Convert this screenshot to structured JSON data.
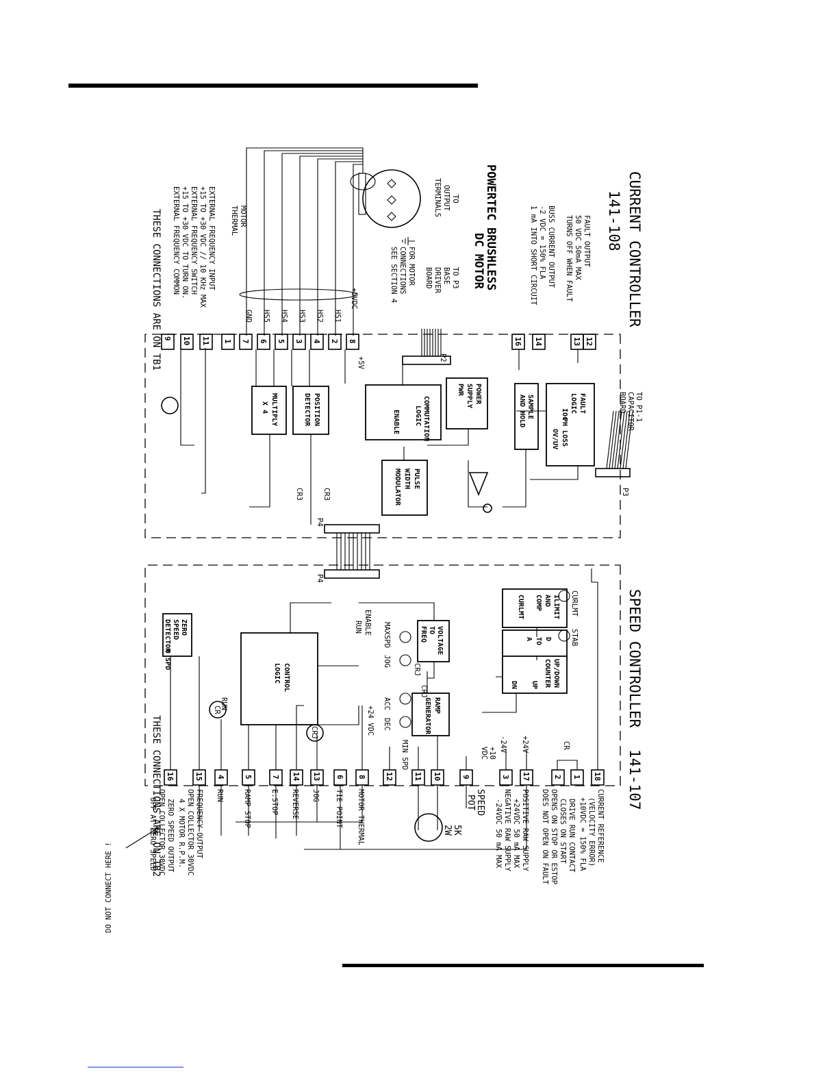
{
  "current_controller": {
    "title": "CURRENT CONTROLLER",
    "model": "141-108",
    "to_capacitor": [
      "TO P1-1",
      "CAPACITOR",
      "BOARD"
    ],
    "fault_output": [
      "FAULT OUTPUT",
      "50 VDC 50mA MAX",
      "TURNS OFF WHEN FAULT"
    ],
    "buss_current": [
      "BUSS CURRENT OUTPUT",
      "-2 VDC = 150% FLA",
      "1 mA INTO SHORT CIRCUIT"
    ],
    "motor": [
      "POWERTEC BRUSHLESS",
      "DC MOTOR"
    ],
    "to_output": [
      "TO",
      "OUTPUT",
      "TERMINALS"
    ],
    "to_p3": [
      "TO P3",
      "BASE",
      "DRIVER",
      "BOARD"
    ],
    "motor_connections": [
      "FOR MOTOR",
      "CONNECTIONS",
      "SEE SECTION 4"
    ],
    "motor_thermal": [
      "MOTOR",
      "THERMAL"
    ],
    "ext_freq": [
      "EXTERNAL FREQUENCY INPUT",
      "+15 TO +30 VDC // 10 KHz MAX",
      "EXTERNAL FREQUENCY SWITCH",
      "+15 TO +30 VDC TO TURN ON.",
      "EXTERNAL FREQUENCY COMMON"
    ],
    "footer": "THESE CONNECTIONS ARE ON TB1",
    "signals": [
      "+5VDC",
      "HS1",
      "HS2",
      "HS3",
      "HS4",
      "HS5",
      "GND"
    ],
    "pins": [
      "8",
      "2",
      "4",
      "3",
      "5",
      "6",
      "7",
      "1"
    ],
    "plus5": "+5V",
    "tb_fault": [
      "12",
      "13"
    ],
    "tb_bus": [
      "14",
      "16"
    ],
    "freq_pins": [
      "11",
      "10",
      "9"
    ],
    "connectors": [
      "P2",
      "P3",
      "P4",
      "P1"
    ],
    "blocks": {
      "fault_logic": [
        "FAULT",
        "LOGIC",
        "IOC",
        "PH LOSS",
        "OV/UV"
      ],
      "sample_hold": [
        "SAMPLE",
        "AND HOLD"
      ],
      "power_supply": [
        "POWER",
        "SUPPLY",
        "PWR"
      ],
      "commutation": [
        "COMMUTATION",
        "LOGIC"
      ],
      "enable": "ENABLE",
      "position": [
        "POSITION",
        "DETECTOR"
      ],
      "multiply": [
        "MULTIPLY",
        "X 4"
      ],
      "pwm": [
        "PULSE",
        "WIDTH",
        "MODULATOR"
      ]
    },
    "relay_labels": [
      "CR3",
      "CR3"
    ]
  },
  "speed_controller": {
    "title": "SPEED CONTROLLER",
    "model": "141-107",
    "footer": "THESE CONNECTIONS ARE ON TB2",
    "warning": "DO NOT CONNECT HERE !",
    "knobs": [
      "CURLMT",
      "STAB",
      "MAXSPD",
      "JOG",
      "ACC",
      "DEC",
      "MIN SPD"
    ],
    "blocks": {
      "ilimit": [
        "ILIMIT",
        "AND",
        "COMP",
        "CURLMT"
      ],
      "dtoa": [
        "D",
        "TO",
        "A"
      ],
      "updown": [
        "UP/DOWN",
        "COUNTER",
        "UP",
        "DN"
      ],
      "vtof": [
        "VOLTAGE",
        "TO",
        "FREQ"
      ],
      "ramp": [
        "RAMP",
        "GENERATOR"
      ],
      "control": [
        "CONTROL",
        "LOGIC"
      ],
      "zero": [
        "ZERO",
        "SPEED",
        "DETECTOR",
        "0 SPD"
      ]
    },
    "internal": [
      "RUN",
      "ENABLE",
      "CRJ",
      "CRJ",
      "RUN",
      "CR",
      "CRJ",
      "CR"
    ],
    "rails": [
      "+24 VDC",
      "+24V",
      "-24V",
      "+10",
      "VDC"
    ],
    "pins": [
      "18",
      "1",
      "2",
      "17",
      "3",
      "9",
      "10",
      "11",
      "12",
      "8",
      "6",
      "13",
      "14",
      "7",
      "5",
      "4",
      "15",
      "16"
    ],
    "terminals": {
      "current_ref": [
        "CURRENT REFERENCE",
        "(VELOCITY ERROR)",
        "+10VDC = 150% FLA"
      ],
      "drive_run": [
        "DRIVE RUN CONTACT",
        "CLOSES ON START",
        "OPENS ON STOP OR ESTOP",
        "DOES NOT OPEN ON FAULT"
      ],
      "pos_raw": [
        "POSITIVE RAW SUPPLY",
        "+24VDC 50 mA MAX"
      ],
      "neg_raw": [
        "NEGATIVE RAW SUPPLY",
        "-24VDC 50 mA MAX"
      ],
      "speed_pot": [
        "SPEED",
        "POT",
        "5K",
        "2W"
      ],
      "motor_thermal": "MOTOR THERMAL",
      "tie_point": "TIE POINT",
      "jog": "JOG",
      "reverse": "REVERSE",
      "estop": "E.STOP",
      "ramp_stop": "RAMP STOP",
      "run": "RUN",
      "freq_out": [
        "FREQUENCY OUTPUT",
        "OPEN COLLECTOR 30VDC",
        "4 X MOTOR R.P.M."
      ],
      "zero_out": [
        "ZERO SPEED OUTPUT",
        "OPEN COLLECTOR 30VDC",
        "OFF AT ZERO SPEED"
      ]
    }
  }
}
